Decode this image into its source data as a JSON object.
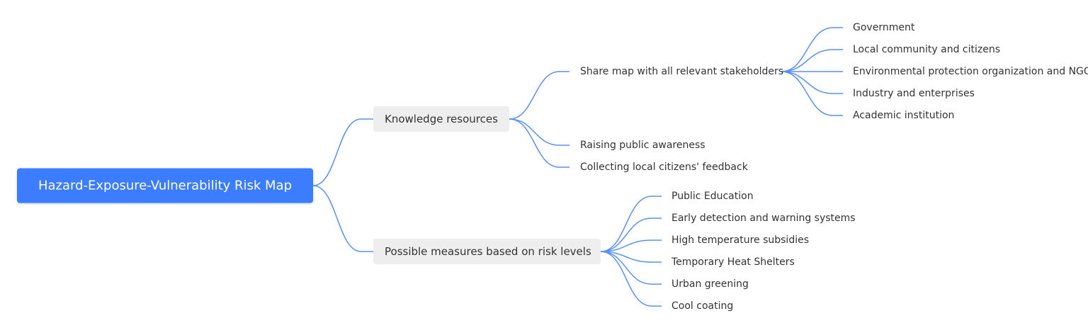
{
  "root": {
    "label": "Hazard-Exposure-Vulnerability Risk Map"
  },
  "branches": {
    "knowledge": {
      "label": "Knowledge resources",
      "children": {
        "share": {
          "label": "Share map with all relevant stakeholders",
          "children": [
            "Government",
            "Local community and citizens",
            "Environmental protection organization and NGO",
            "Industry and enterprises",
            "Academic institution"
          ]
        },
        "awareness": {
          "label": "Raising public awareness"
        },
        "feedback": {
          "label": "Collecting local citizens' feedback"
        }
      }
    },
    "measures": {
      "label": "Possible measures based on risk levels",
      "children": [
        "Public Education",
        "Early detection and warning systems",
        "High temperature subsidies",
        "Temporary Heat Shelters",
        "Urban greening",
        "Cool coating"
      ]
    }
  },
  "colors": {
    "root_fill": "#3c7cff",
    "branch_fill": "#eeeeee",
    "connector": "#5b8ff9",
    "text": "#333333"
  }
}
